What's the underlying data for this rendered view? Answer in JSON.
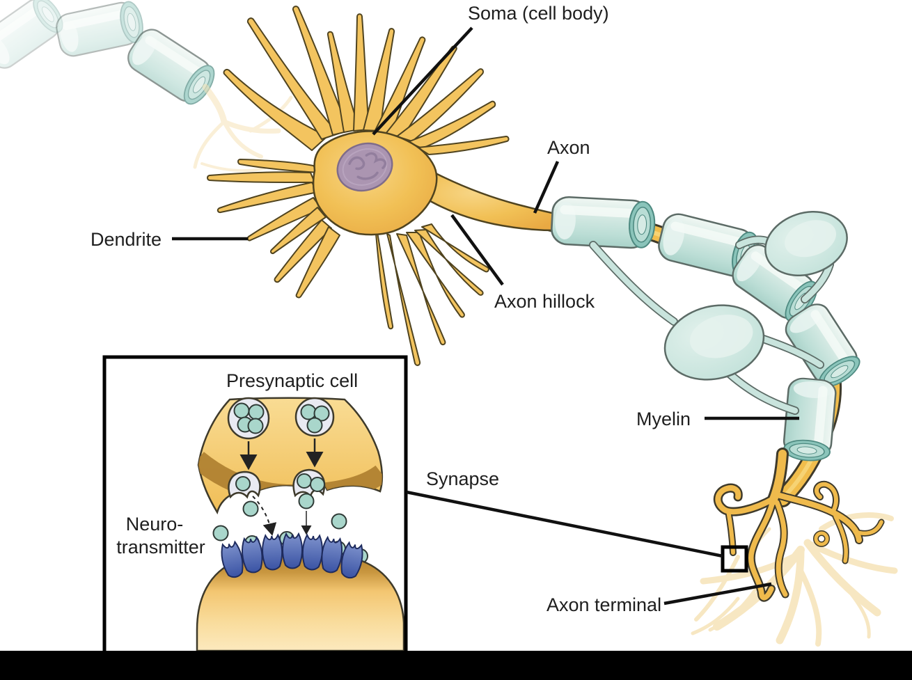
{
  "labels": {
    "soma": "Soma (cell body)",
    "axon": "Axon",
    "dendrite": "Dendrite",
    "axon_hillock": "Axon hillock",
    "myelin": "Myelin",
    "synapse": "Synapse",
    "axon_terminal": "Axon terminal",
    "presynaptic_cell": "Presynaptic cell",
    "neurotransmitter_line1": "Neuro-",
    "neurotransmitter_line2": "transmitter"
  },
  "palette": {
    "cell_body_yellow": "#F2C159",
    "cell_outline": "#3E3A2B",
    "myelin_teal": "#CBE5DF",
    "myelin_ring_teal": "#8AC4BA",
    "nucleus_purple": "#AB95B1",
    "receptor_blue": "#4A63B0",
    "molecule_teal": "#A9D6CB",
    "postsynaptic_band": "#B5832D",
    "label_text": "#1E1E1E",
    "background": "#FFFFFF",
    "bottom_bar": "#000000"
  }
}
